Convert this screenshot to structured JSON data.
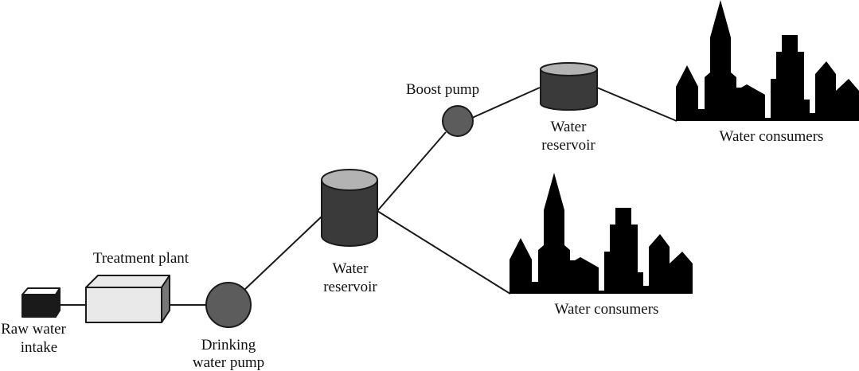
{
  "title": "Water distribution system",
  "colors": {
    "intake_front": "#1a1a1a",
    "intake_top": "#ffffff",
    "plant_front": "#e9e9e9",
    "plant_side": "#777777",
    "pump_fill": "#5c5c5c",
    "reservoir_body": "#3a3a3a",
    "reservoir_top": "#b3b3b3",
    "city_fill": "#000000",
    "line": "#1a1a1a"
  },
  "nodes": {
    "raw_water_intake": {
      "label_lines": [
        "Raw water",
        "intake"
      ],
      "icon": "intake-box-icon"
    },
    "treatment_plant": {
      "label_lines": [
        "Treatment plant"
      ],
      "icon": "treatment-plant-box-icon"
    },
    "drinking_water_pump": {
      "label_lines": [
        "Drinking",
        "water pump"
      ],
      "icon": "pump-circle-icon"
    },
    "water_reservoir_main": {
      "label_lines": [
        "Water",
        "reservoir"
      ],
      "icon": "reservoir-cylinder-icon"
    },
    "boost_pump": {
      "label_lines": [
        "Boost pump"
      ],
      "icon": "pump-circle-icon"
    },
    "water_reservoir_elevated": {
      "label_lines": [
        "Water",
        "reservoir"
      ],
      "icon": "reservoir-cylinder-icon"
    },
    "water_consumers_upper": {
      "label_lines": [
        "Water consumers"
      ],
      "icon": "city-skyline-icon"
    },
    "water_consumers_lower": {
      "label_lines": [
        "Water consumers"
      ],
      "icon": "city-skyline-icon"
    }
  },
  "connections": [
    {
      "from": "raw_water_intake",
      "to": "treatment_plant"
    },
    {
      "from": "treatment_plant",
      "to": "drinking_water_pump"
    },
    {
      "from": "drinking_water_pump",
      "to": "water_reservoir_main"
    },
    {
      "from": "water_reservoir_main",
      "to": "boost_pump"
    },
    {
      "from": "water_reservoir_main",
      "to": "water_consumers_lower"
    },
    {
      "from": "boost_pump",
      "to": "water_reservoir_elevated"
    },
    {
      "from": "water_reservoir_elevated",
      "to": "water_consumers_upper"
    }
  ]
}
